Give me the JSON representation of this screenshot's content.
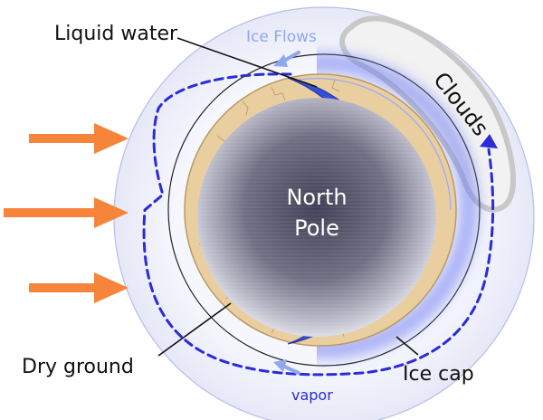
{
  "labels": {
    "liquid_water": "Liquid water",
    "ice_flows": "Ice Flows",
    "clouds": "Clouds",
    "pole_line1": "North",
    "pole_line2": "Pole",
    "dry_ground": "Dry ground",
    "ice_cap": "Ice cap",
    "vapor": "vapor"
  },
  "colors": {
    "sunlight": "#f6843a",
    "vapor_path": "#2b2bd8",
    "ice_flow": "#8ea8ee",
    "ice_cap": "#2f4fd8",
    "dry_ground": "#e9cfa0",
    "clouds": "#c8c8c8",
    "atmosphere": "#eef0fb",
    "pole": "#6c6c80"
  },
  "icons": {
    "sunlight": "sunlight-arrow-icon",
    "flow": "flow-arrow-icon"
  }
}
